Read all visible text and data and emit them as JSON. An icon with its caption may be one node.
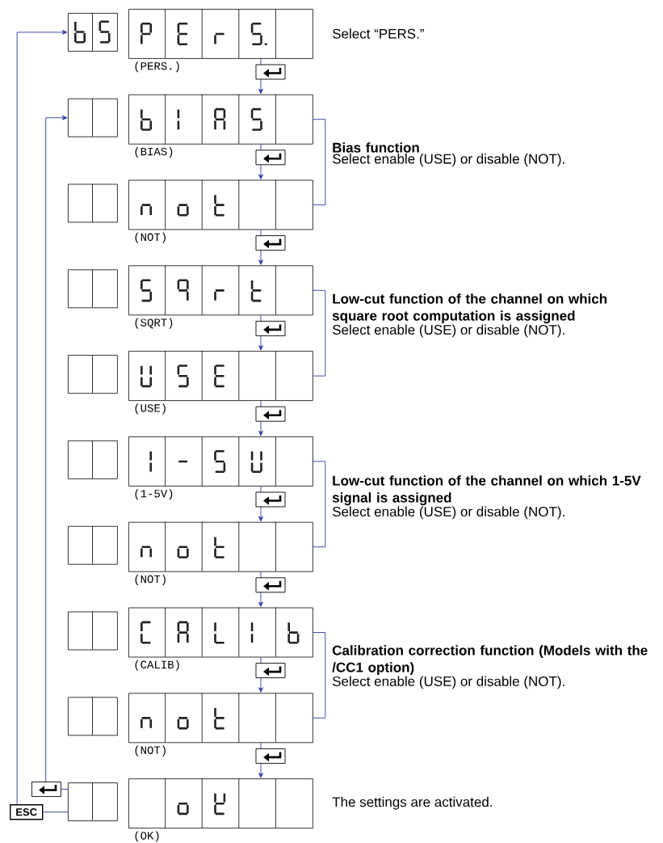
{
  "diagram": {
    "nodes": [
      {
        "text": [],
        "shape": "box"
      },
      {
        "text": [],
        "shape": "box",
        "beside": [
          "(PERS.)",
          "Select “PERS.”"
        ]
      },
      {
        "text": [],
        "shape": "box"
      },
      {
        "text": [],
        "shape": "box",
        "beside": [
          "(BIAS)"
        ]
      },
      {
        "text": [],
        "shape": "box"
      },
      {
        "text": [],
        "shape": "box",
        "beside": [
          "(NOT)"
        ]
      },
      {
        "text": [],
        "shape": "box"
      },
      {
        "text": [],
        "shape": "box",
        "beside": [
          "(SQRT)"
        ]
      },
      {
        "text": [],
        "shape": "box"
      },
      {
        "text": [],
        "shape": "box",
        "beside": [
          "(USE)"
        ]
      },
      {
        "text": [],
        "shape": "box"
      },
      {
        "text": [],
        "shape": "box",
        "beside": [
          "(1-5V)"
        ]
      },
      {
        "text": [],
        "shape": "box"
      },
      {
        "text": [],
        "shape": "box",
        "beside": [
          "(NOT)"
        ]
      },
      {
        "text": [],
        "shape": "box"
      },
      {
        "text": [],
        "shape": "box",
        "beside": [
          "(CALIB)"
        ]
      },
      {
        "text": [],
        "shape": "box"
      },
      {
        "text": [],
        "shape": "box",
        "beside": [
          "(NOT)"
        ]
      },
      {
        "text": [],
        "shape": "box"
      },
      {
        "text": [],
        "shape": "box",
        "beside": [
          "(OK)",
          "The settings are activated."
        ]
      },
      {
        "text": [],
        "shape": "picture"
      },
      {
        "text": [
          "ESC"
        ]
      }
    ],
    "edges": [
      {
        "from": 1,
        "to": 3,
        "arrow": "to"
      },
      {
        "from": 3,
        "to": 5,
        "arrow": "to"
      },
      {
        "from": 5,
        "to": 7,
        "arrow": "to"
      },
      {
        "from": 7,
        "to": 9,
        "arrow": "to"
      },
      {
        "from": 9,
        "to": 11,
        "arrow": "to"
      },
      {
        "from": 11,
        "to": 13,
        "arrow": "to"
      },
      {
        "from": 13,
        "to": 15,
        "arrow": "to"
      },
      {
        "from": 15,
        "to": 17,
        "arrow": "to"
      },
      {
        "from": 17,
        "to": 19,
        "arrow": "to"
      },
      {
        "from": 18,
        "to": 20,
        "arrow": "none"
      },
      {
        "from": 20,
        "to": 2,
        "arrow": "to"
      },
      {
        "from": 18,
        "to": 21,
        "arrow": "none"
      },
      {
        "from": 21,
        "to": 0,
        "arrow": "to"
      }
    ],
    "labels": [
      "Bias function",
      "Select enable (USE) or disable (NOT).",
      "Low-cut function of the channel on which square root computation is assigned",
      "Select enable (USE) or disable (NOT).",
      "Low-cut function of the channel on which 1-5V signal is assigned",
      "Select enable (USE) or disable (NOT).",
      "Calibration correction function (Models with the /CC1 option)",
      "Select enable (USE) or disable (NOT)."
    ]
  }
}
